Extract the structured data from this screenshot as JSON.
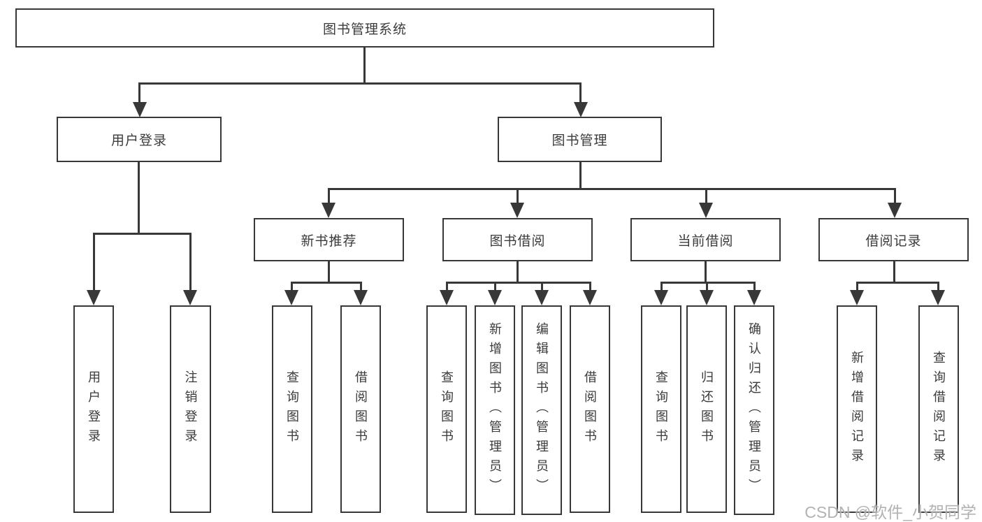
{
  "diagram": {
    "root": "图书管理系统",
    "level2": {
      "user_login": "用户登录",
      "book_management": "图书管理"
    },
    "level3": {
      "new_books": "新书推荐",
      "book_borrowing": "图书借阅",
      "current_borrowing": "当前借阅",
      "borrowing_records": "借阅记录"
    },
    "leaves": {
      "user_login": [
        "用户登录",
        "注销登录"
      ],
      "new_books": [
        "查询图书",
        "借阅图书"
      ],
      "book_borrowing": [
        "查询图书",
        "新增图书（管理员）",
        "编辑图书（管理员）",
        "借阅图书"
      ],
      "current_borrowing": [
        "查询图书",
        "归还图书",
        "确认归还（管理员）"
      ],
      "borrowing_records": [
        "新增借阅记录",
        "查询借阅记录"
      ]
    }
  },
  "watermark": "CSDN @软件_小贺同学",
  "colors": {
    "line": "#383838",
    "text": "#3b3b3b",
    "background": "#ffffff",
    "watermark": "#a5a5a5"
  }
}
